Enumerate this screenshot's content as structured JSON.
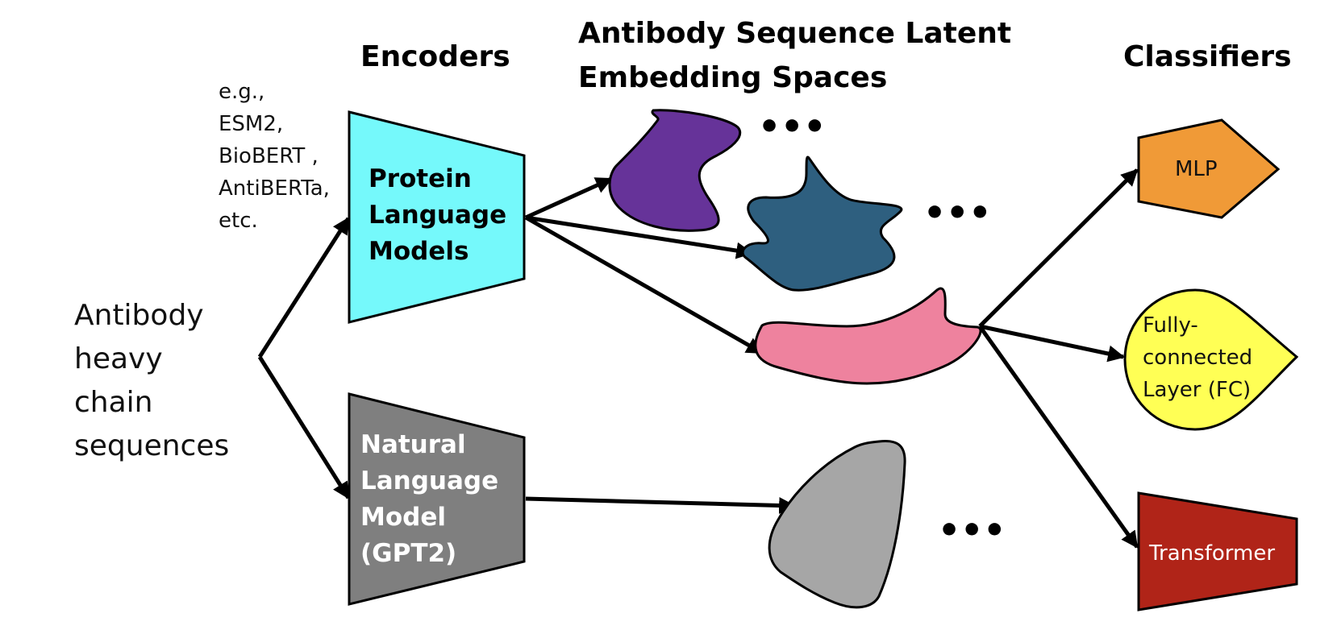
{
  "headers": {
    "encoders": "Encoders",
    "embedding_line1": "Antibody Sequence Latent",
    "embedding_line2": "Embedding Spaces",
    "classifiers": "Classifiers"
  },
  "input": {
    "lines": [
      "Antibody",
      "heavy",
      "chain",
      "sequences"
    ]
  },
  "examples_note": {
    "lines": [
      "e.g.,",
      "ESM2,",
      "BioBERT ,",
      "AntiBERTa,",
      "etc."
    ]
  },
  "encoders": [
    {
      "lines": [
        "Protein",
        "Language",
        "Models"
      ],
      "fill": "#75F9FB",
      "text_color": "#000000"
    },
    {
      "lines": [
        "Natural",
        "Language",
        "Model",
        "(GPT2)"
      ],
      "fill": "#7F7F7F",
      "text_color": "#FFFFFF"
    }
  ],
  "embedding_spaces": [
    {
      "name": "purple-space",
      "fill": "#663399"
    },
    {
      "name": "blue-space",
      "fill": "#2E5F7F"
    },
    {
      "name": "pink-space",
      "fill": "#EE829E"
    },
    {
      "name": "gray-space",
      "fill": "#A6A6A6"
    }
  ],
  "ellipsis": "•••",
  "classifiers": [
    {
      "lines": [
        "MLP"
      ],
      "fill": "#F09A37",
      "text_color": "#111111"
    },
    {
      "lines": [
        "Fully-",
        "connected",
        "Layer (FC)"
      ],
      "fill": "#FFFF55",
      "text_color": "#111111"
    },
    {
      "lines": [
        "Transformer"
      ],
      "fill": "#B02418",
      "text_color": "#FFFFFF"
    }
  ]
}
